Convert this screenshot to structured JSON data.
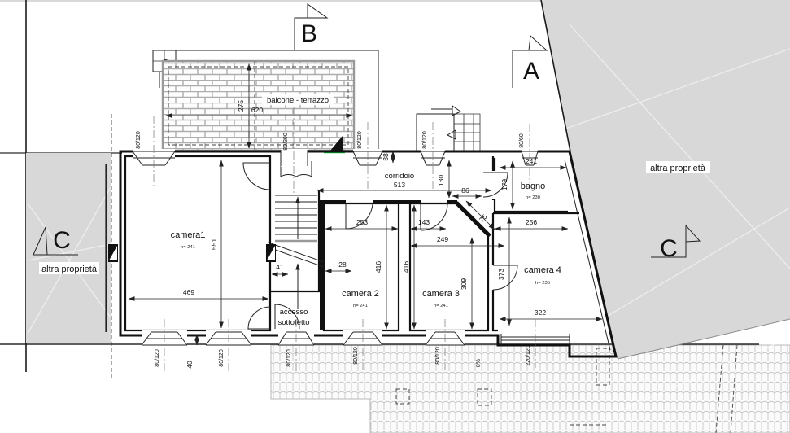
{
  "markers": {
    "a": "A",
    "b": "B",
    "c_left": "C",
    "c_right": "C"
  },
  "parcels": {
    "left": "altra proprietà",
    "right": "altra proprietà"
  },
  "rooms": {
    "balcone": {
      "label": "balcone - terrazzo"
    },
    "camera1": {
      "label": "camera1",
      "height": "h= 241"
    },
    "camera2": {
      "label": "camera 2",
      "height": "h= 241"
    },
    "camera3": {
      "label": "camera 3",
      "height": "h= 241"
    },
    "camera4": {
      "label": "camera 4",
      "height": "h= 235"
    },
    "bagno": {
      "label": "bagno",
      "height": "h= 230"
    },
    "corridoio": {
      "label": "corridoio"
    },
    "accesso": {
      "line1": "accesso",
      "line2": "sottotetto"
    }
  },
  "dimensions": {
    "balcone_width": "620",
    "balcone_depth": "275",
    "camera1_width": "469",
    "camera1_depth": "551",
    "stair_width": "41",
    "wall_38": "38",
    "corr_length": "513",
    "corr_130": "130",
    "corr_86": "86",
    "bagno_width": "241",
    "bagno_depth": "179",
    "camera2_width": "253",
    "camera2_depth": "416",
    "wall_28": "28",
    "camera3_w1": "143",
    "camera3_width": "249",
    "camera3_depth": "416",
    "camera3_309": "309",
    "camera4_width": "256",
    "camera4_depth": "373",
    "camera4_322": "322",
    "diag_75": "75",
    "offset_40": "40",
    "roof_slope": "8%"
  },
  "windows": {
    "top": [
      "80/120",
      "80/200",
      "80/120",
      "80/120",
      "80/60"
    ],
    "bottom": [
      "80/120",
      "80/120",
      "80/120",
      "80/120",
      "80/120",
      "220/120"
    ]
  },
  "colors": {
    "parcel": "#d8d8d8",
    "accent_green": "#00cc33",
    "line": "#1a1a1a"
  }
}
